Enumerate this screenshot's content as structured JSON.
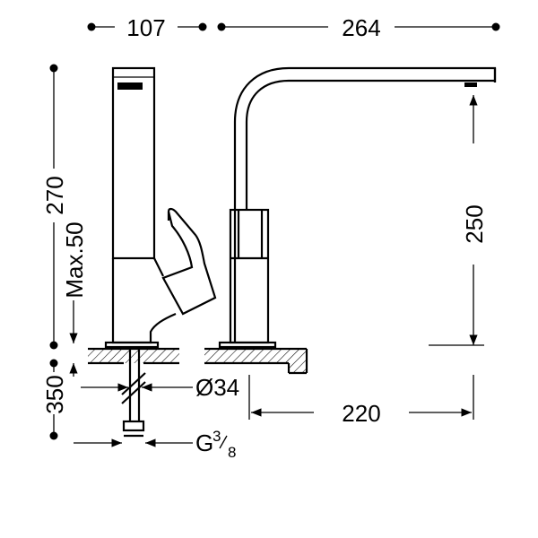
{
  "dimensions": {
    "base_width": "107",
    "spout_reach_top": "264",
    "total_height": "270",
    "max_thickness": "Max.50",
    "spout_height": "250",
    "hose_length": "350",
    "hole_diameter": "Ø34",
    "spout_reach_base": "220",
    "thread_main": "G",
    "thread_num": "3",
    "thread_den": "8"
  }
}
